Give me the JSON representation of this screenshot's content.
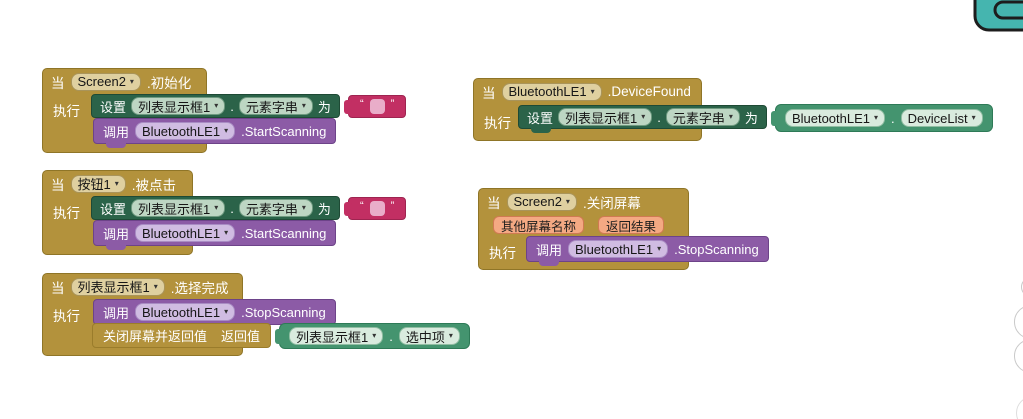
{
  "icons": {
    "dropdown_arrow": "▾",
    "backpack_icon": "teal-backpack-partial",
    "zoom_controls": "workspace-zoom-circles"
  },
  "colors": {
    "event_gold": "#B3923C",
    "setter_green": "#2B6349",
    "getter_green": "#44946F",
    "call_purple": "#8C5BA6",
    "text_magenta": "#C22F63",
    "param_chip_salmon": "#F4A983",
    "backpack_teal": "#45B5AF",
    "workspace_bg": "#FFFFFF"
  },
  "labels": {
    "when": "当",
    "do": "执行",
    "set": "设置",
    "to": "为",
    "call": "调用",
    "dot": ".",
    "close_screen_with_value": "关闭屏幕并返回值",
    "return_value": "返回值",
    "open_quote": "“",
    "close_quote": "”"
  },
  "blocks": {
    "a": {
      "component": "Screen2",
      "event": ".初始化",
      "set_component": "列表显示框1",
      "set_property": "元素字串",
      "call_component": "BluetoothLE1",
      "call_method": ".StartScanning"
    },
    "b": {
      "component": "BluetoothLE1",
      "event": ".DeviceFound",
      "set_component": "列表显示框1",
      "set_property": "元素字串",
      "value_component": "BluetoothLE1",
      "value_property": "DeviceList"
    },
    "c": {
      "component": "按钮1",
      "event": ".被点击",
      "set_component": "列表显示框1",
      "set_property": "元素字串",
      "call_component": "BluetoothLE1",
      "call_method": ".StartScanning"
    },
    "d": {
      "component": "Screen2",
      "event": ".关闭屏幕",
      "params": [
        "其他屏幕名称",
        "返回结果"
      ],
      "call_component": "BluetoothLE1",
      "call_method": ".StopScanning"
    },
    "e": {
      "component": "列表显示框1",
      "event": ".选择完成",
      "call_component": "BluetoothLE1",
      "call_method": ".StopScanning",
      "value_component": "列表显示框1",
      "value_property": "选中项"
    }
  }
}
